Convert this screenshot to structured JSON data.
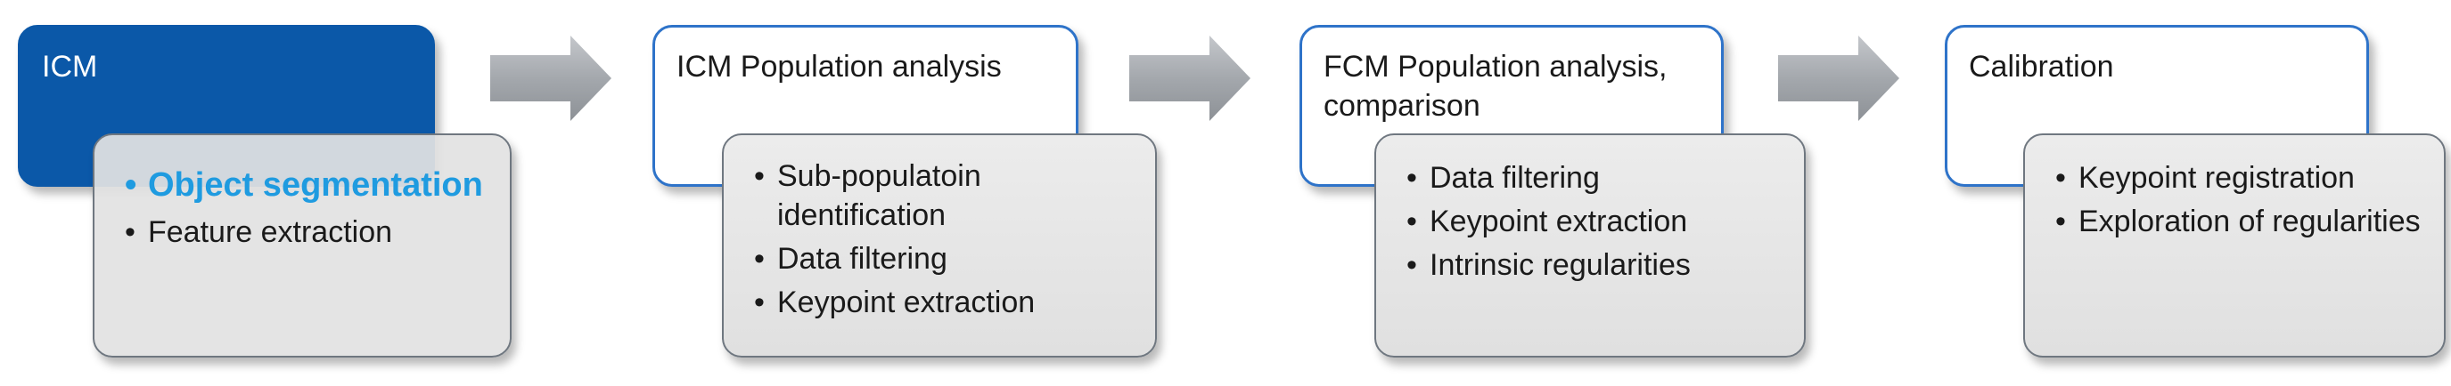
{
  "colors": {
    "head_fill": "#0b58a8",
    "head_border": "#2e73c9",
    "detail_fill": "#e6e6e6",
    "highlight_text": "#1f9be0",
    "arrow_gray": "#9fa3a8"
  },
  "bullet_glyph": "•",
  "stages": [
    {
      "title": "ICM",
      "items": [
        {
          "text": "Object segmentation",
          "highlight": true
        },
        {
          "text": "Feature extraction",
          "highlight": false
        }
      ]
    },
    {
      "title": "ICM Population analysis",
      "items": [
        {
          "text": "Sub-populatoin identification",
          "highlight": false
        },
        {
          "text": "Data filtering",
          "highlight": false
        },
        {
          "text": "Keypoint extraction",
          "highlight": false
        }
      ]
    },
    {
      "title": "FCM Population analysis, comparison",
      "items": [
        {
          "text": "Data filtering",
          "highlight": false
        },
        {
          "text": "Keypoint extraction",
          "highlight": false
        },
        {
          "text": "Intrinsic regularities",
          "highlight": false
        }
      ]
    },
    {
      "title": "Calibration",
      "items": [
        {
          "text": "Keypoint registration",
          "highlight": false
        },
        {
          "text": "Exploration of regularities",
          "highlight": false
        }
      ]
    }
  ]
}
